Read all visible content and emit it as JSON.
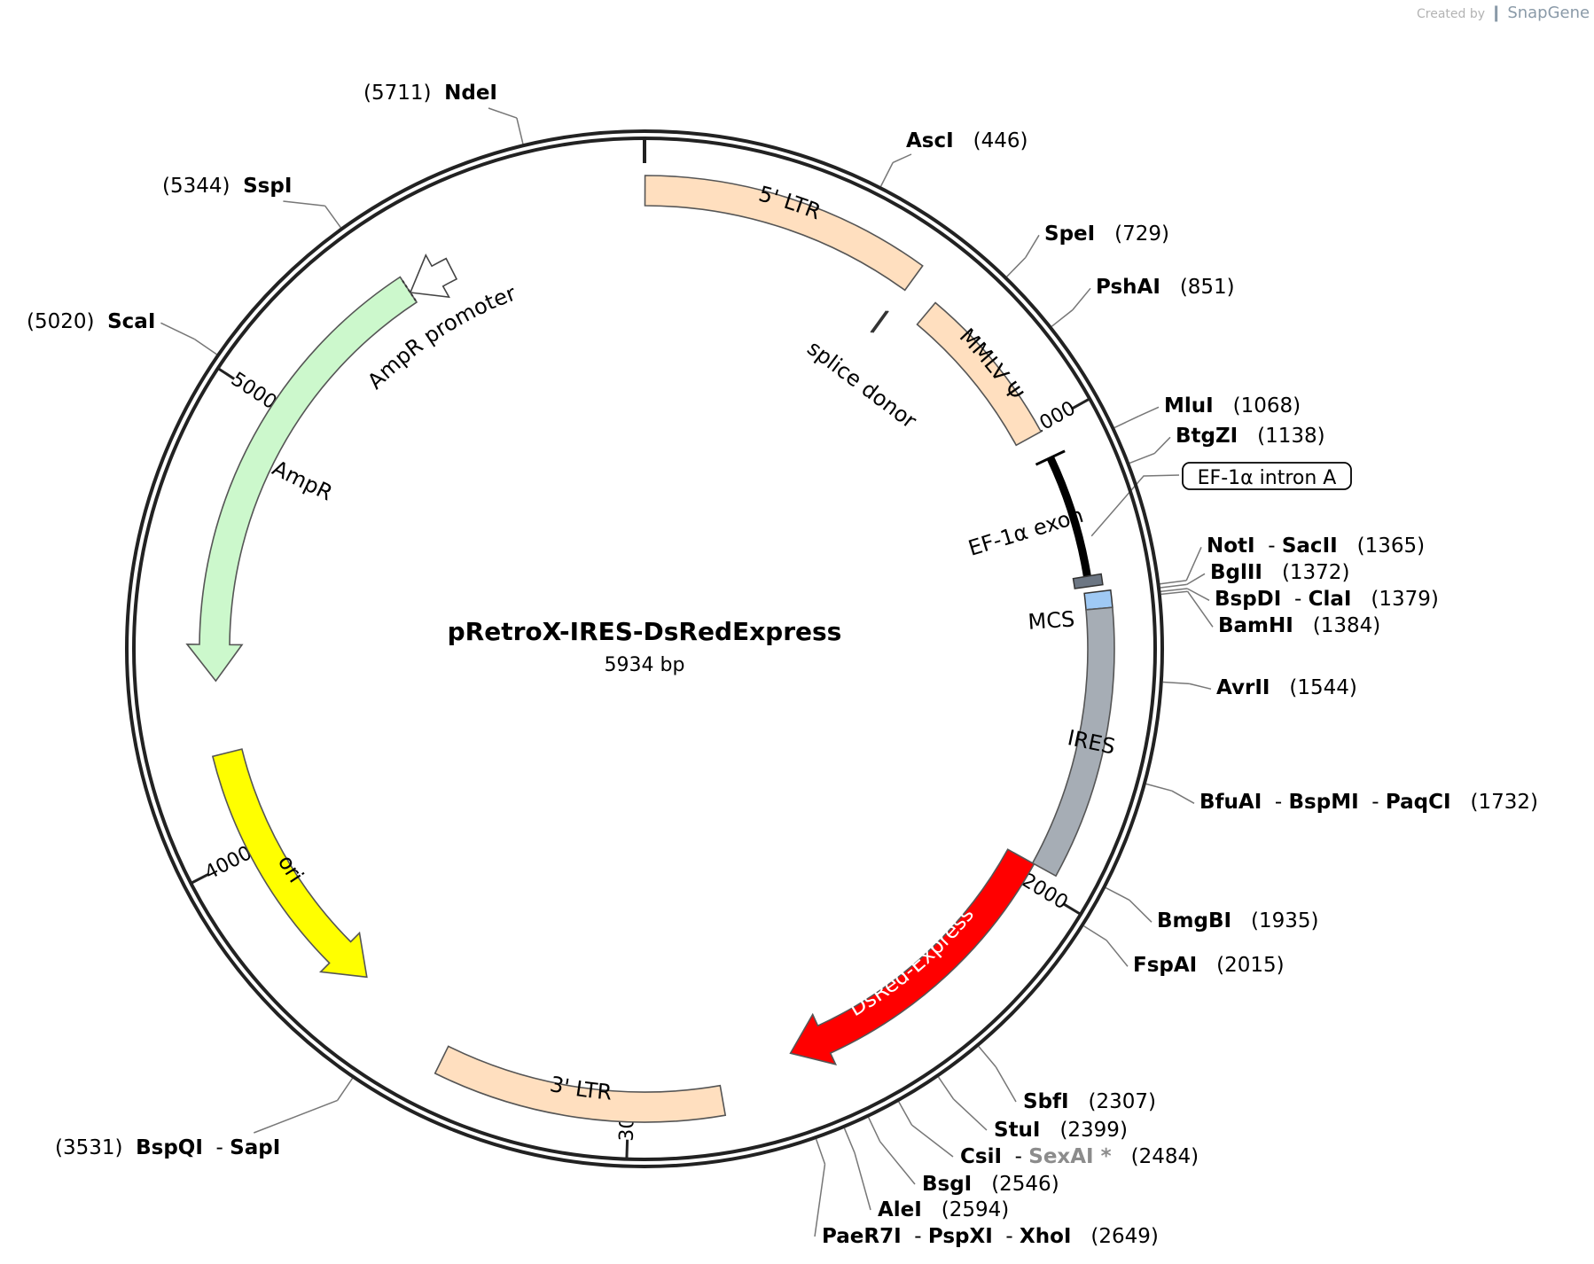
{
  "plasmid": {
    "name": "pRetroX-IRES-DsRedExpress",
    "length_label": "5934 bp",
    "length_bp": 5934
  },
  "watermark": {
    "created_by": "Created by",
    "brand": "SnapGene"
  },
  "ticks": [
    {
      "bp": 1000,
      "label": "1000"
    },
    {
      "bp": 2000,
      "label": "2000"
    },
    {
      "bp": 3000,
      "label": "3000"
    },
    {
      "bp": 4000,
      "label": "4000"
    },
    {
      "bp": 5000,
      "label": "5000"
    }
  ],
  "features": [
    {
      "name": "5' LTR",
      "start": 1,
      "end": 593,
      "type": "ltr",
      "color": "#ffdfbf",
      "direction": "none"
    },
    {
      "name": "MMLV Ψ",
      "start": 660,
      "end": 1010,
      "type": "packaging",
      "color": "#ffdfbf",
      "direction": "none"
    },
    {
      "name": "EF-1α exon",
      "start": 1068,
      "end": 1340,
      "type": "exon",
      "color": "#000000",
      "direction": "none"
    },
    {
      "name": "MCS",
      "start": 1365,
      "end": 1400,
      "type": "mcs",
      "color": "#9fc9f4",
      "direction": "none"
    },
    {
      "name": "IRES",
      "start": 1400,
      "end": 1960,
      "type": "ires",
      "color": "#a6adb5",
      "direction": "none"
    },
    {
      "name": "DsRed-Express",
      "start": 1960,
      "end": 2640,
      "type": "cds",
      "color": "#ff0000",
      "direction": "forward"
    },
    {
      "name": "3' LTR",
      "start": 2805,
      "end": 3400,
      "type": "ltr",
      "color": "#ffdfbf",
      "direction": "none"
    },
    {
      "name": "ori",
      "start": 3630,
      "end": 4220,
      "type": "ori",
      "color": "#ffff00",
      "direction": "reverse"
    },
    {
      "name": "AmpR",
      "start": 4380,
      "end": 5385,
      "type": "cds",
      "color": "#ccf8cc",
      "direction": "reverse"
    },
    {
      "name": "AmpR promoter",
      "start": 5385,
      "end": 5490,
      "type": "promoter",
      "color": "#ffffff",
      "direction": "reverse"
    }
  ],
  "annotations": [
    {
      "name": "splice donor",
      "bp": 590
    },
    {
      "name": "EF-1α intron A",
      "bp": 1250
    }
  ],
  "sites": [
    {
      "bp": 5711,
      "names": [
        "NdeI"
      ],
      "position_label": "(5711)"
    },
    {
      "bp": 446,
      "names": [
        "AscI"
      ],
      "position_label": "(446)"
    },
    {
      "bp": 729,
      "names": [
        "SpeI"
      ],
      "position_label": "(729)"
    },
    {
      "bp": 851,
      "names": [
        "PshAI"
      ],
      "position_label": "(851)"
    },
    {
      "bp": 5344,
      "names": [
        "SspI"
      ],
      "position_label": "(5344)"
    },
    {
      "bp": 5020,
      "names": [
        "ScaI"
      ],
      "position_label": "(5020)"
    },
    {
      "bp": 1068,
      "names": [
        "MluI"
      ],
      "position_label": "(1068)"
    },
    {
      "bp": 1138,
      "names": [
        "BtgZI"
      ],
      "position_label": "(1138)"
    },
    {
      "bp": 1365,
      "names": [
        "NotI",
        "SacII"
      ],
      "position_label": "(1365)"
    },
    {
      "bp": 1372,
      "names": [
        "BglII"
      ],
      "position_label": "(1372)"
    },
    {
      "bp": 1379,
      "names": [
        "BspDI",
        "ClaI"
      ],
      "position_label": "(1379)"
    },
    {
      "bp": 1384,
      "names": [
        "BamHI"
      ],
      "position_label": "(1384)"
    },
    {
      "bp": 1544,
      "names": [
        "AvrII"
      ],
      "position_label": "(1544)"
    },
    {
      "bp": 1732,
      "names": [
        "BfuAI",
        "BspMI",
        "PaqCI"
      ],
      "position_label": "(1732)"
    },
    {
      "bp": 1935,
      "names": [
        "BmgBI"
      ],
      "position_label": "(1935)"
    },
    {
      "bp": 2015,
      "names": [
        "FspAI"
      ],
      "position_label": "(2015)"
    },
    {
      "bp": 2307,
      "names": [
        "SbfI"
      ],
      "position_label": "(2307)"
    },
    {
      "bp": 2399,
      "names": [
        "StuI"
      ],
      "position_label": "(2399)"
    },
    {
      "bp": 2484,
      "names": [
        "CsiI",
        "SexAI *"
      ],
      "position_label": "(2484)",
      "gray_index": 1
    },
    {
      "bp": 2546,
      "names": [
        "BsgI"
      ],
      "position_label": "(2546)"
    },
    {
      "bp": 2594,
      "names": [
        "AleI"
      ],
      "position_label": "(2594)"
    },
    {
      "bp": 2649,
      "names": [
        "PaeR7I",
        "PspXI",
        "XhoI"
      ],
      "position_label": "(2649)"
    },
    {
      "bp": 3531,
      "names": [
        "BspQI",
        "SapI"
      ],
      "position_label": "(3531)"
    }
  ]
}
